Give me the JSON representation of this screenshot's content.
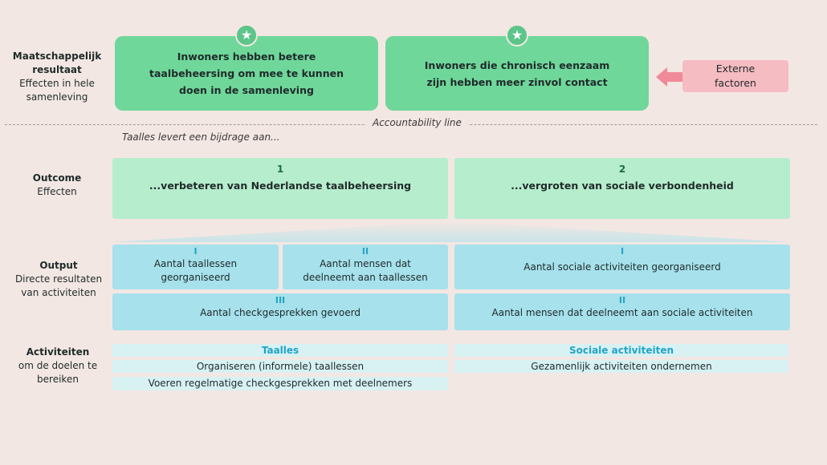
{
  "rows": {
    "impact": {
      "title": "Maatschappelijk resultaat",
      "sub": "Effecten in hele samenleving"
    },
    "outcome": {
      "title": "Outcome",
      "sub": "Effecten"
    },
    "output": {
      "title": "Output",
      "sub": "Directe resultaten van activiteiten"
    },
    "activities": {
      "title": "Activiteiten",
      "sub": "om de doelen te bereiken"
    }
  },
  "impact_boxes": [
    {
      "text": "Inwoners hebben betere taalbeheersing om mee te kunnen doen in de samenleving",
      "icon": "star-icon"
    },
    {
      "text": "Inwoners die chronisch eenzaam zijn hebben meer zinvol contact",
      "icon": "star-icon"
    }
  ],
  "external": {
    "text": "Externe factoren"
  },
  "accountability": {
    "label": "Accountability line",
    "contribution": "Taalles levert een bijdrage aan..."
  },
  "outcomes": [
    {
      "number": "1",
      "text": "...verbeteren van Nederlandse taalbeheersing"
    },
    {
      "number": "2",
      "text": "...vergroten van sociale verbondenheid"
    }
  ],
  "outputs": {
    "left": [
      {
        "roman": "I",
        "text": "Aantal taallessen georganiseerd"
      },
      {
        "roman": "II",
        "text": "Aantal mensen dat deelneemt aan taallessen"
      },
      {
        "roman": "III",
        "text": "Aantal checkgesprekken gevoerd"
      }
    ],
    "right": [
      {
        "roman": "I",
        "text": "Aantal sociale activiteiten georganiseerd"
      },
      {
        "roman": "II",
        "text": "Aantal mensen dat deelneemt aan sociale activiteiten"
      }
    ]
  },
  "activities": {
    "left": {
      "heading": "Taalles",
      "items": [
        "Organiseren (informele) taallessen",
        "Voeren regelmatige checkgesprekken met deelnemers"
      ]
    },
    "right": {
      "heading": "Sociale activiteiten",
      "items": [
        "Gezamenlijk activiteiten ondernemen"
      ]
    }
  },
  "colors": {
    "background": "#f3e7e3",
    "impact": "#6fd79a",
    "outcome": "#b6edcd",
    "output": "#a6e1ec",
    "activity": "#d8f1f3",
    "external": "#f5bcc2",
    "accent": "#22a4c7"
  }
}
